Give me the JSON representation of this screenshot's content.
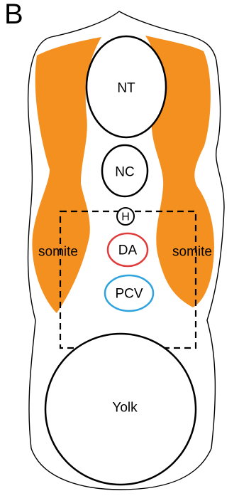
{
  "panel_label": "B",
  "labels": {
    "neural_tube": "NT",
    "notochord": "NC",
    "hypochord": "H",
    "dorsal_aorta": "DA",
    "posterior_cardinal_vein": "PCV",
    "somite_left": "somite",
    "somite_right": "somite",
    "yolk": "Yolk"
  },
  "colors": {
    "somite_fill": "#F39020",
    "outline": "#000000",
    "dorsal_aorta_ring": "#E03C3C",
    "pcv_ring": "#2FA3DC",
    "background": "#FFFFFF"
  }
}
